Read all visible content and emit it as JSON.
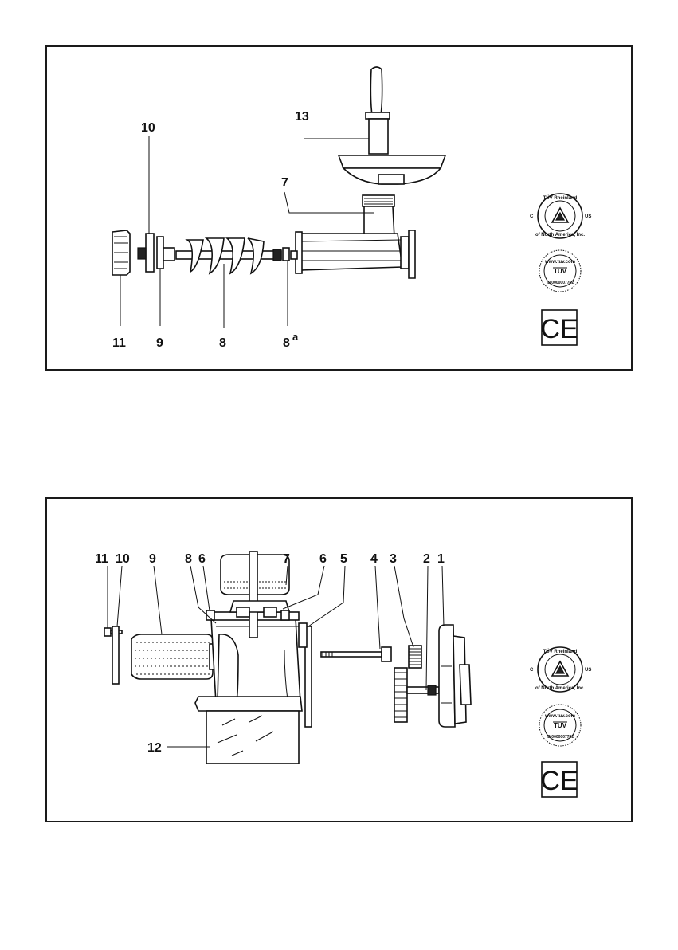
{
  "diagram1": {
    "labels": {
      "p13": "13",
      "p10": "10",
      "p7": "7",
      "p11": "11",
      "p9": "9",
      "p8": "8",
      "p8a": "8",
      "p8a_sup": "a"
    }
  },
  "diagram2": {
    "labels": {
      "p11": "11",
      "p10": "10",
      "p9": "9",
      "p8": "8",
      "p6a": "6",
      "p7": "7",
      "p6b": "6",
      "p5": "5",
      "p4": "4",
      "p3": "3",
      "p2": "2",
      "p1": "1",
      "p12": "12"
    }
  },
  "badges": {
    "tuv_rheinland_top": "TÜV Rheinland",
    "tuv_rheinland_arc": "of North America, Inc.",
    "tuv_c": "C",
    "tuv_us": "US",
    "tuv_url": "www.tuv.com",
    "tuv_mark": "TÜV",
    "tuv_id": "ID 0000007762",
    "ce": "CE"
  },
  "colors": {
    "ink": "#111111",
    "background": "#ffffff"
  }
}
